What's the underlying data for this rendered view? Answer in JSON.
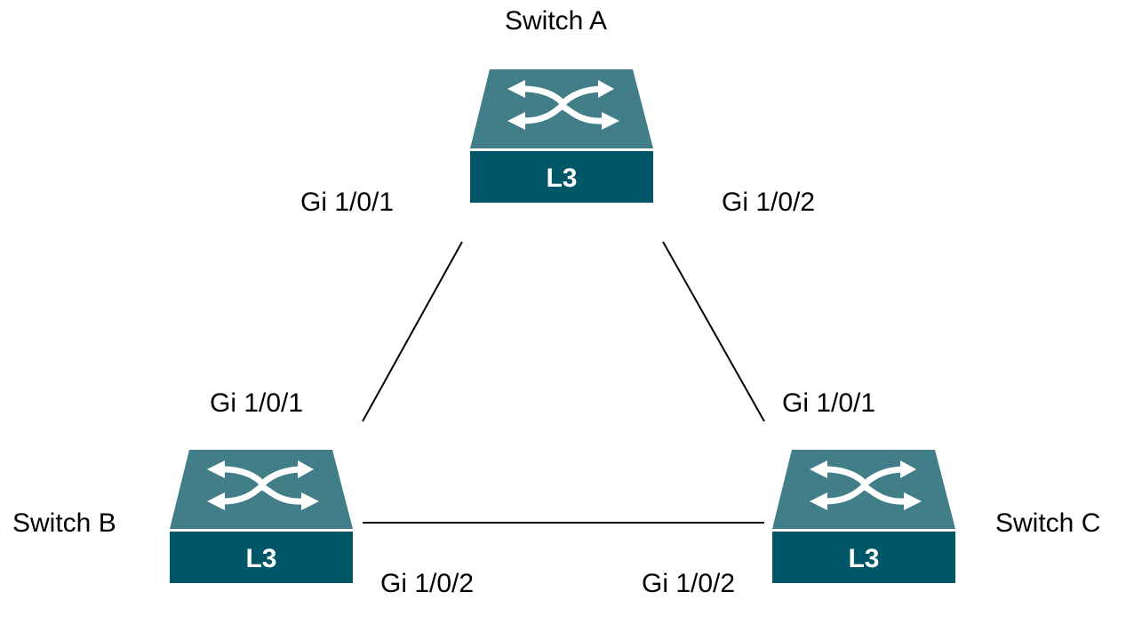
{
  "colors": {
    "switch_top": "#417E88",
    "switch_front": "#015767",
    "arrow": "#ffffff",
    "link": "#000000"
  },
  "switches": {
    "a": {
      "name": "Switch A",
      "layer": "L3"
    },
    "b": {
      "name": "Switch B",
      "layer": "L3"
    },
    "c": {
      "name": "Switch C",
      "layer": "L3"
    }
  },
  "ports": {
    "a_left": "Gi 1/0/1",
    "a_right": "Gi 1/0/2",
    "b_top": "Gi 1/0/1",
    "b_bottom": "Gi 1/0/2",
    "c_top": "Gi 1/0/1",
    "c_bottom": "Gi 1/0/2"
  },
  "icon": "l3-switch-icon"
}
